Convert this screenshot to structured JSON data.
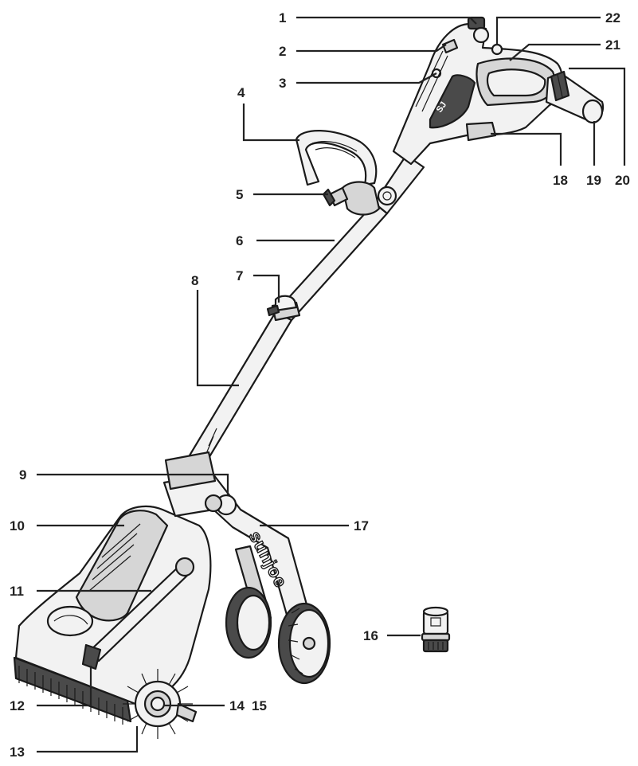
{
  "diagram": {
    "brand_text": "sunjoe",
    "labels": [
      {
        "id": "1",
        "text": "1"
      },
      {
        "id": "2",
        "text": "2"
      },
      {
        "id": "3",
        "text": "3"
      },
      {
        "id": "4",
        "text": "4"
      },
      {
        "id": "5",
        "text": "5"
      },
      {
        "id": "6",
        "text": "6"
      },
      {
        "id": "7",
        "text": "7"
      },
      {
        "id": "8",
        "text": "8"
      },
      {
        "id": "9",
        "text": "9"
      },
      {
        "id": "10",
        "text": "10"
      },
      {
        "id": "11",
        "text": "11"
      },
      {
        "id": "12",
        "text": "12"
      },
      {
        "id": "13",
        "text": "13"
      },
      {
        "id": "14",
        "text": "14"
      },
      {
        "id": "15",
        "text": "15"
      },
      {
        "id": "16",
        "text": "16"
      },
      {
        "id": "17",
        "text": "17"
      },
      {
        "id": "18",
        "text": "18"
      },
      {
        "id": "19",
        "text": "19"
      },
      {
        "id": "20",
        "text": "20"
      },
      {
        "id": "21",
        "text": "21"
      },
      {
        "id": "22",
        "text": "22"
      }
    ]
  }
}
